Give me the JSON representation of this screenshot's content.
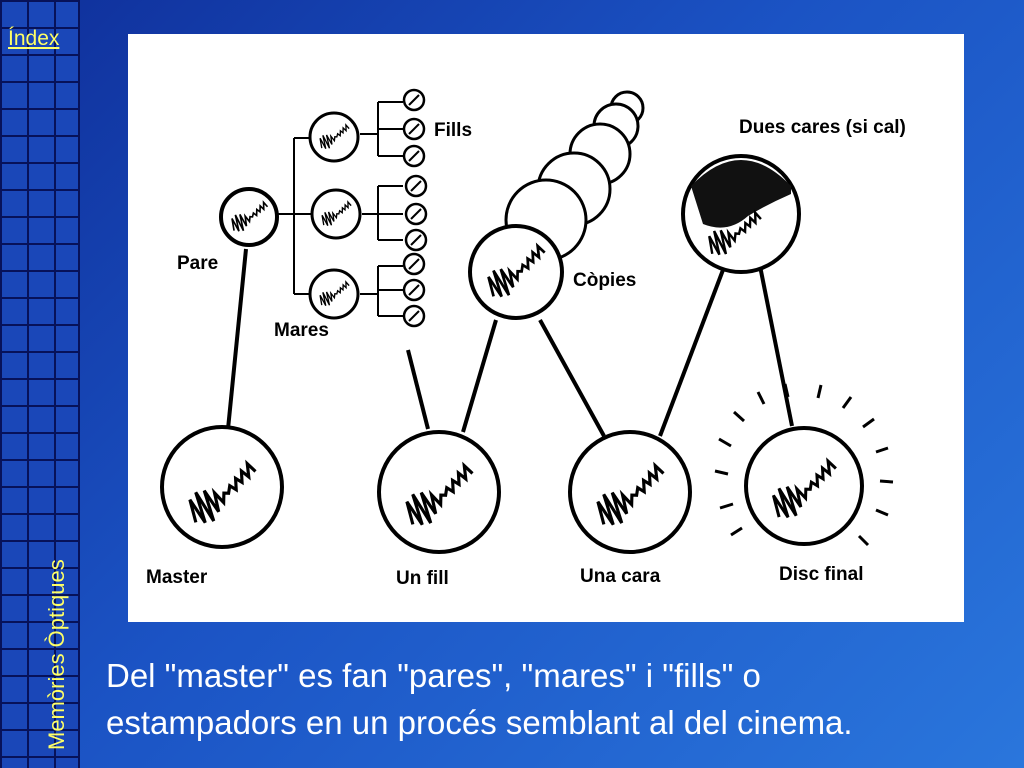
{
  "sidebar": {
    "index_link": "Índex",
    "vertical_title": "Memòries Òptiques"
  },
  "diagram": {
    "labels": {
      "pare": "Pare",
      "mares": "Mares",
      "fills": "Fills",
      "copies": "Còpies",
      "dues_cares": "Dues cares (si cal)",
      "master": "Master",
      "un_fill": "Un fill",
      "una_cara": "Una cara",
      "disc_final": "Disc final"
    }
  },
  "caption": {
    "line1": "Del \"master\" es fan \"pares\", \"mares\" i \"fills\" o",
    "line2": "estampadors en un procés semblant al del cinema."
  }
}
